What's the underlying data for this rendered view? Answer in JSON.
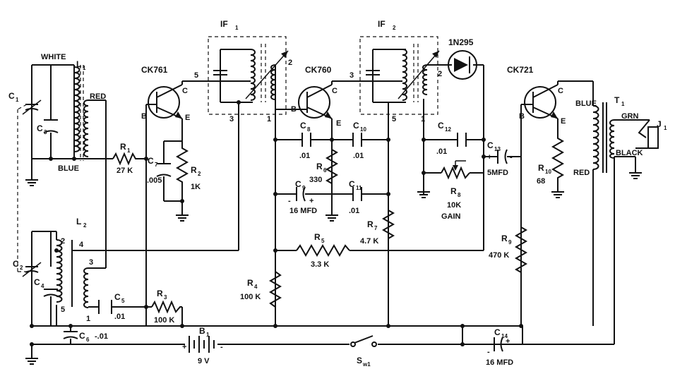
{
  "colors": {
    "ink": "#111111",
    "paper": "#ffffff"
  },
  "labels": {
    "if1": "IF",
    "if1_sub": "1",
    "if2": "IF",
    "if2_sub": "2",
    "diode": "1N295",
    "q1": "CK761",
    "q2": "CK760",
    "q3": "CK721",
    "white": "WHITE",
    "red_l1": "RED",
    "blue_l1": "BLUE",
    "l1": "L",
    "l1_sub": "1",
    "l2": "L",
    "l2_sub": "2",
    "c1": "C",
    "c1_sub": "1",
    "c2": "C",
    "c2_sub": "2",
    "c3": "C",
    "c3_sub": "3",
    "c4": "C",
    "c4_sub": "4",
    "c5": "C",
    "c5_sub": "5",
    "c5_val": ".01",
    "c6": "C",
    "c6_sub": "6",
    "c6_val": "-.01",
    "c7": "C",
    "c7_sub": "7",
    "c7_val": ".005",
    "c8": "C",
    "c8_sub": "8",
    "c8_val": ".01",
    "c9": "C",
    "c9_sub": "9",
    "c9_val": "16 MFD",
    "c10": "C",
    "c10_sub": "10",
    "c10_val": ".01",
    "c11": "C",
    "c11_sub": "11",
    "c11_val": ".01",
    "c12": "C",
    "c12_sub": "12",
    "c12_val": ".01",
    "c13": "C",
    "c13_sub": "13",
    "c13_val": "5MFD",
    "c14": "C",
    "c14_sub": "14",
    "c14_val": "16 MFD",
    "r1": "R",
    "r1_sub": "1",
    "r1_val": "27 K",
    "r2": "R",
    "r2_sub": "2",
    "r2_val": "1K",
    "r3": "R",
    "r3_sub": "3",
    "r3_val": "100 K",
    "r4": "R",
    "r4_sub": "4",
    "r4_val": "100 K",
    "r5": "R",
    "r5_sub": "5",
    "r5_val": "3.3 K",
    "r6": "R",
    "r6_sub": "6",
    "r6_val": "330",
    "r7": "R",
    "r7_sub": "7",
    "r7_val": "4.7 K",
    "r8": "R",
    "r8_sub": "8",
    "r8_val": "10K",
    "r8_gain": "GAIN",
    "r9": "R",
    "r9_sub": "9",
    "r9_val": "470 K",
    "r10": "R",
    "r10_sub": "10",
    "r10_val": "68",
    "b1": "B",
    "b1_sub": "1",
    "b1_val": "9 V",
    "sw1": "S",
    "sw1_sub": "w1",
    "t1": "T",
    "t1_sub": "1",
    "t1_blue": "BLUE",
    "t1_red": "RED",
    "t1_grn": "GRN",
    "t1_black": "BLACK",
    "j1": "J",
    "j1_sub": "1",
    "pin_b": "B",
    "pin_c": "C",
    "pin_e": "E",
    "n1": "1",
    "n2": "2",
    "n3": "3",
    "n4": "4",
    "n5": "5",
    "plus": "+",
    "minus": "-"
  }
}
